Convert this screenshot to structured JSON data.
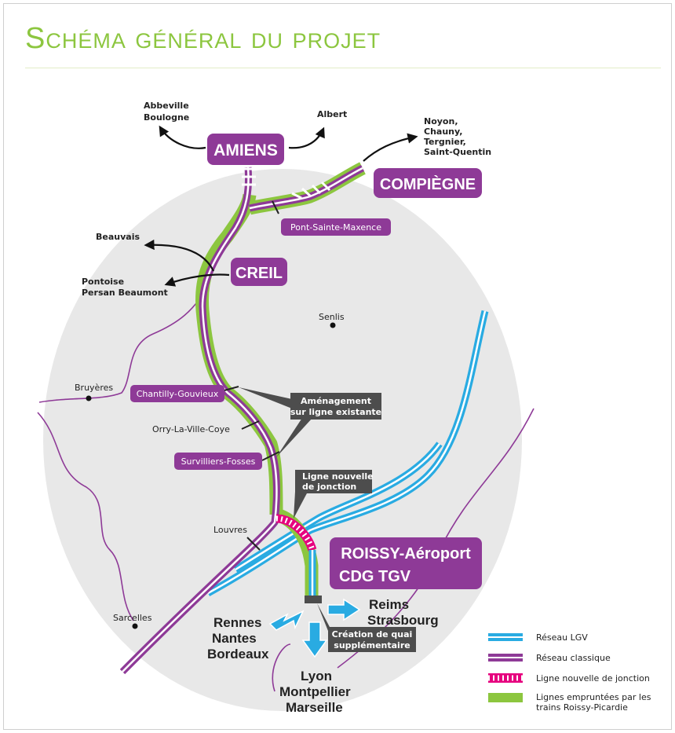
{
  "title": "Schéma général du projet",
  "cities": {
    "amiens": "AMIENS",
    "compiegne": "COMPIÈGNE",
    "creil": "CREIL",
    "roissy_line1": "ROISSY-Aéroport",
    "roissy_line2": "CDG TGV"
  },
  "stations": {
    "pont_sainte_maxence": "Pont-Sainte-Maxence",
    "chantilly": "Chantilly-Gouvieux",
    "survilliers": "Survilliers-Fosses"
  },
  "places": {
    "abbeville": "Abbeville",
    "boulogne": "Boulogne",
    "albert": "Albert",
    "noyon": "Noyon,",
    "chauny": "Chauny,",
    "tergnier": "Tergnier,",
    "saint_quentin": "Saint-Quentin",
    "beauvais": "Beauvais",
    "pontoise": "Pontoise",
    "persan": "Persan Beaumont",
    "senlis": "Senlis",
    "bruyeres": "Bruyères",
    "orry": "Orry-La-Ville-Coye",
    "louvres": "Louvres",
    "sarcelles": "Sarcelles"
  },
  "notes": {
    "amenagement1": "Aménagement",
    "amenagement2": "sur ligne existante",
    "ligne_nouvelle1": "Ligne nouvelle",
    "ligne_nouvelle2": "de jonction",
    "quai1": "Création de quai",
    "quai2": "supplémentaire"
  },
  "destinations": {
    "rennes": "Rennes",
    "nantes": "Nantes",
    "bordeaux": "Bordeaux",
    "lyon": "Lyon",
    "montpellier": "Montpellier",
    "marseille": "Marseille",
    "reims": "Reims",
    "strasbourg": "Strasbourg"
  },
  "legend": {
    "lgv": "Réseau LGV",
    "classique": "Réseau classique",
    "jonction": "Ligne nouvelle de jonction",
    "roissy_picardie1": "Lignes empruntées par les",
    "roissy_picardie2": "trains Roissy-Picardie"
  },
  "colors": {
    "title": "#8cc63f",
    "lgv": "#29abe2",
    "classique": "#8e3a97",
    "jonction": "#e6007e",
    "roissy_picardie": "#8cc63f",
    "background_area": "#e8e8e8",
    "callout": "#4d4d4d"
  }
}
